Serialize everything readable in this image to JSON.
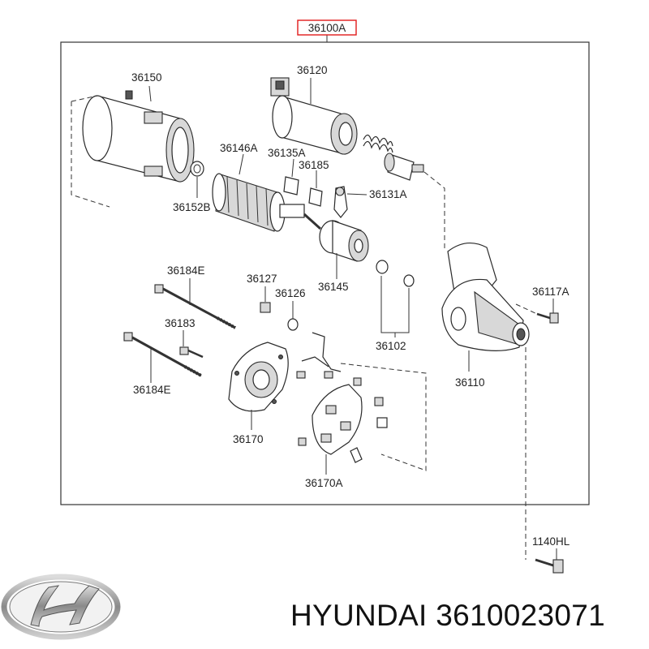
{
  "assembly": {
    "number": "36100A",
    "highlight_color": "#e21b1b"
  },
  "callouts": {
    "p36150": "36150",
    "p36120": "36120",
    "p36146A": "36146A",
    "p36135A": "36135A",
    "p36185": "36185",
    "p36152B": "36152B",
    "p36131A": "36131A",
    "p36184E_top": "36184E",
    "p36127": "36127",
    "p36126": "36126",
    "p36145": "36145",
    "p36117A": "36117A",
    "p36183": "36183",
    "p36102": "36102",
    "p36110": "36110",
    "p36184E_bottom": "36184E",
    "p36170": "36170",
    "p36170A": "36170A",
    "p1140HL": "1140HL"
  },
  "footer": {
    "brand": "HYUNDAI",
    "part_number": "3610023071",
    "logo_icon": "hyundai-logo"
  }
}
